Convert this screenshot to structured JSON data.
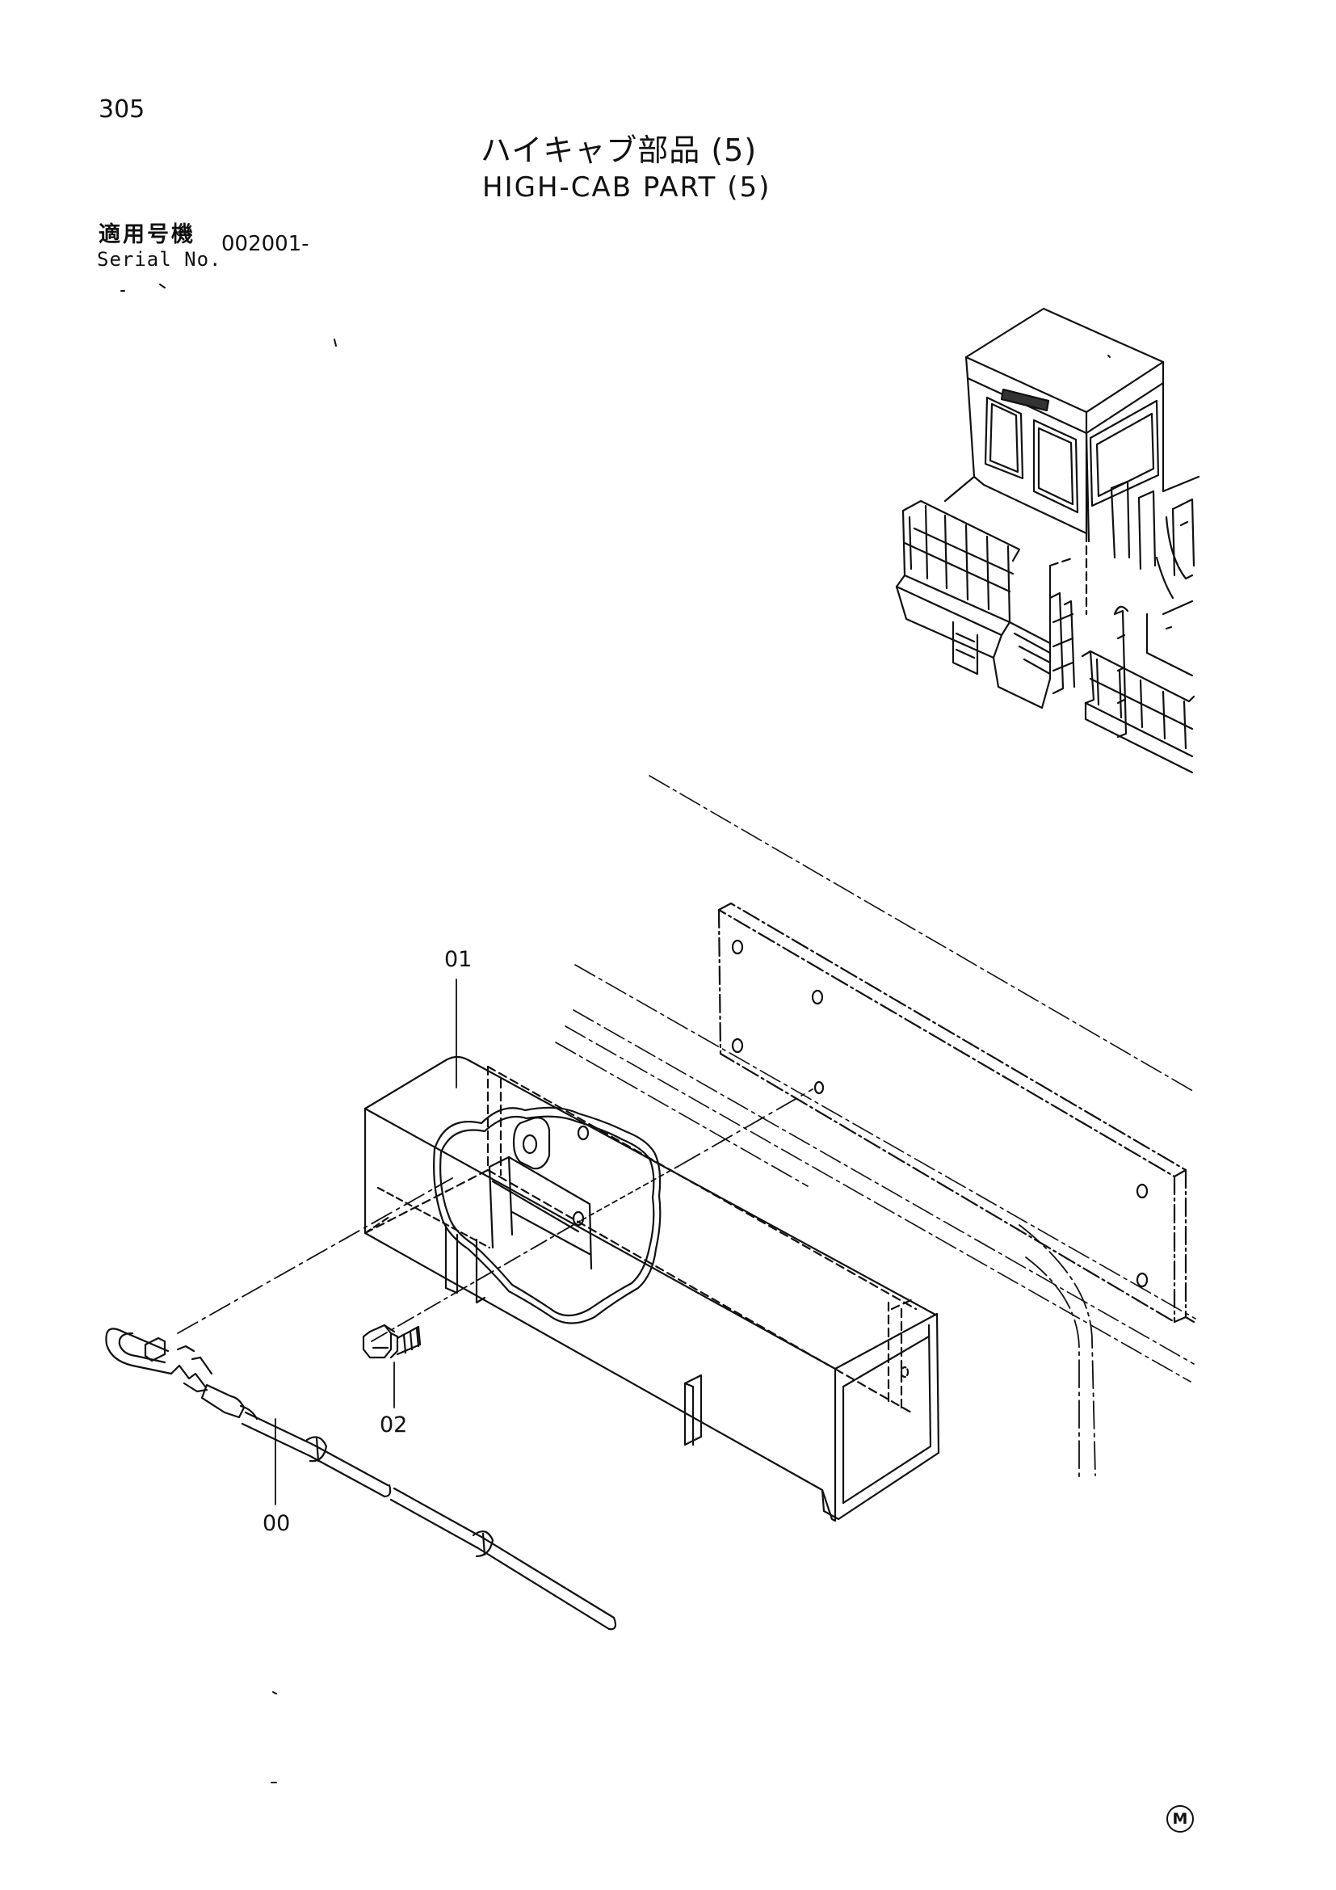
{
  "header": {
    "page_number": "305",
    "title_jp": "ハイキャブ部品 (5)",
    "title_en": "HIGH-CAB PART (5)"
  },
  "serial": {
    "label_jp": "適用号機",
    "label_en": "Serial No.",
    "value": "002001-"
  },
  "parts": [
    {
      "id": "00",
      "label": "00"
    },
    {
      "id": "01",
      "label": "01"
    },
    {
      "id": "02",
      "label": "02"
    }
  ],
  "footer": {
    "mark": "M"
  }
}
